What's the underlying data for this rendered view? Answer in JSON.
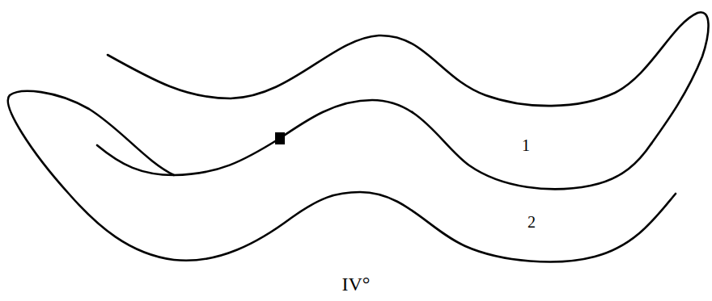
{
  "diagram": {
    "caption": "IV°",
    "labels": [
      "1",
      "2"
    ]
  }
}
